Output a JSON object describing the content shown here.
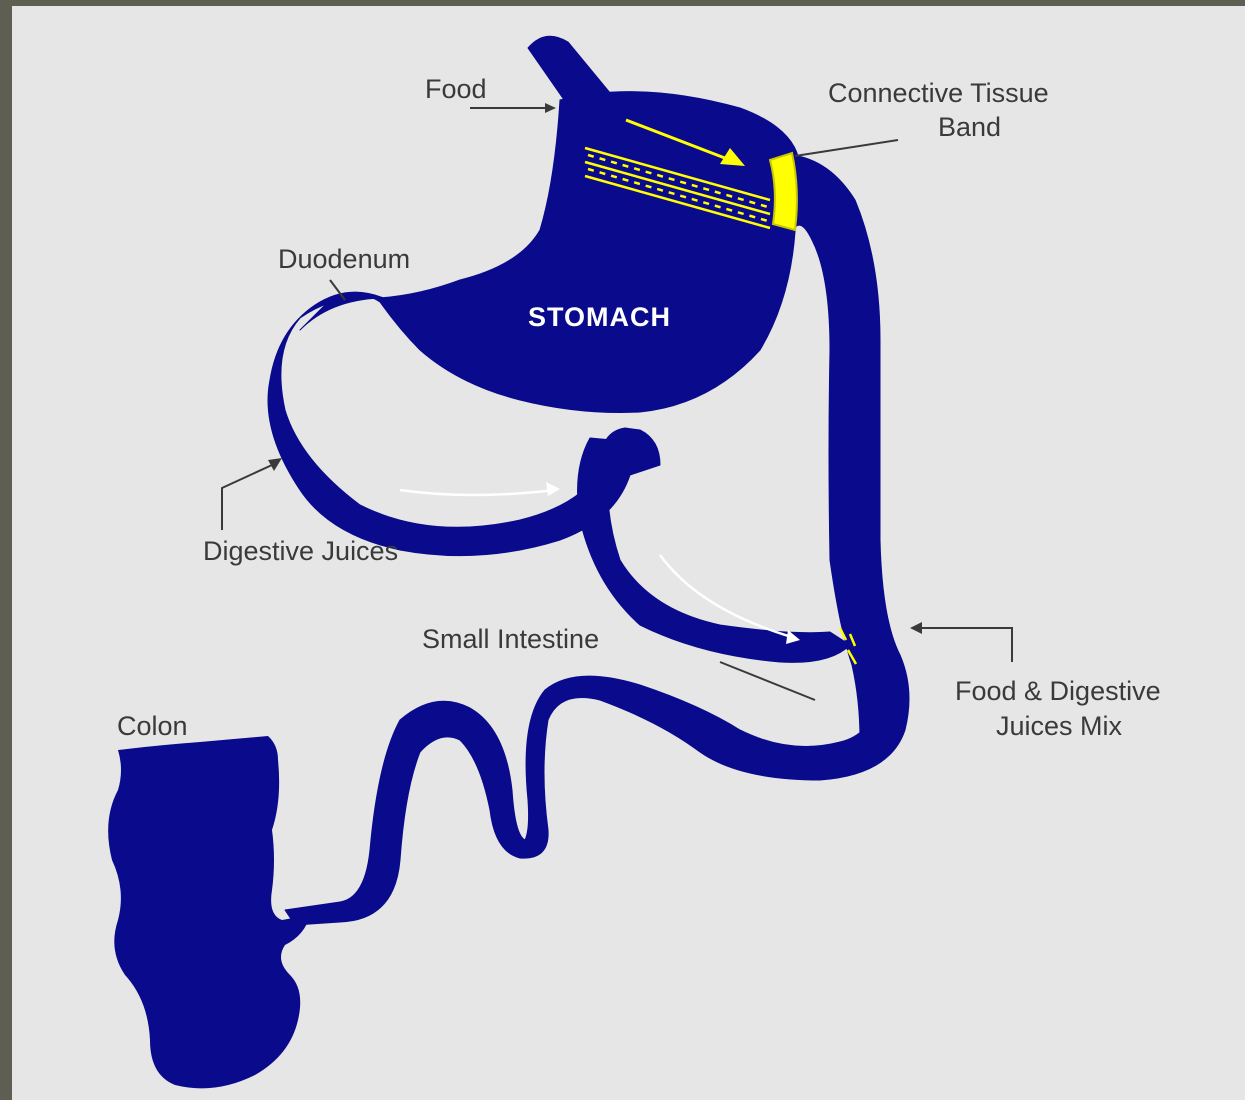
{
  "diagram": {
    "stomach_label": "STOMACH",
    "labels": {
      "food": "Food",
      "connective_tissue_band_line1": "Connective Tissue",
      "connective_tissue_band_line2": "Band",
      "duodenum": "Duodenum",
      "digestive_juices": "Digestive Juices",
      "small_intestine": "Small Intestine",
      "food_digestive_juices_line1": "Food & Digestive",
      "food_digestive_juices_line2": "Juices Mix",
      "colon": "Colon"
    },
    "colors": {
      "frame": "#5e5e52",
      "background": "#e6e6e6",
      "organ_fill": "#0a0a8c",
      "band": "#ffff00",
      "food_arrow": "#ffff00",
      "juice_arrow": "#ffffff",
      "leader_line": "#3a3a3a"
    }
  }
}
